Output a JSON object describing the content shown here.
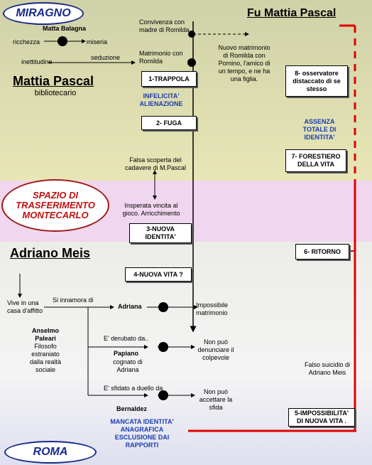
{
  "regions": {
    "miragno": "MIRAGNO",
    "spazio": "SPAZIO DI\nTRASFERIMENTO\nMONTECARLO",
    "roma": "ROMA"
  },
  "identities": {
    "fu_mattia": "Fu Mattia Pascal",
    "mattia": "Mattia Pascal",
    "mattia_role": "bibliotecario",
    "adriano": "Adriano Meis"
  },
  "texts": {
    "matta_balagna": "Matta Balagna",
    "ricchezza": "ricchezza",
    "miseria": "miseria",
    "inettitudine": "inettitudine",
    "seduzione": "seduzione",
    "convivenza": "Convivenza con\nmadre di Romilda",
    "matrimonio": "Matrimonio con\nRomilda",
    "nuovo_matrimonio": "Nuovo matrimonio\ndi Romilda con\nPomino, l'amico di\nun tempo, e ne ha\nuna figlia.",
    "falsa_scoperta": "Falsa scoperta del\ncadavere di M.Pascal",
    "vincita": "Insperata vincita al\ngioco. Arricchimento",
    "vive": "Vive in una\ncasa d'affitto",
    "si_innamora": "Si innamora di",
    "adriana": "Adriana",
    "impossibile": "Impossibile\nmatrimonio",
    "anselmo": "Anselmo\nPaleari",
    "anselmo_desc": "Filosofo\nestraniato\ndalla realtà\nsociale",
    "derubato": "E' derubato da..",
    "papiano": "Papiano",
    "papiano_desc": "cognato di\nAdriana",
    "non_denunciare": "Non può\ndenunciare il\ncolpevole",
    "sfidato": "E' sfidato a duello da",
    "bernaldez": "Bernaldez",
    "non_sfida": "Non può\naccettare la\nsfida",
    "falso_suicidio": "Falso suicidio di\nAdriano Meis"
  },
  "boxes": {
    "b1": "1-TRAPPOLA",
    "b2": "2- FUGA",
    "b3": "3-NUOVA\nIDENTITA'",
    "b4": "4-NUOVA VITA ?",
    "b5": "5-IMPOSSIBILITA'\nDI NUOVA VITA .",
    "b6": "6- RITORNO",
    "b7": "7- FORESTIERO\nDELLA VITA",
    "b8": "8- osservatore\ndistaccato di se\nstesso"
  },
  "blue": {
    "infelicita": "INFELICITA'\nALIENAZIONE",
    "assenza": "ASSENZA\nTOTALE DI\nIDENTITA'",
    "mancata": "MANCATA IDENTITA'\nANAGRAFICA\nESCLUSIONE DAI\nRAPPORTI"
  },
  "colors": {
    "blue_text": "#1a3cb0",
    "red_line": "#e00000",
    "oval_border": "#1a2a8c",
    "spazio_border": "#a01818",
    "spazio_text": "#c01010"
  }
}
